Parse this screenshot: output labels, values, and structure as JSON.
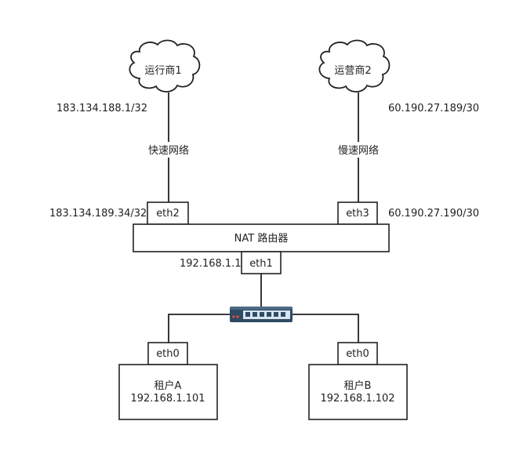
{
  "clouds": {
    "left": "运行商1",
    "right": "运营商2"
  },
  "links": {
    "left": "快速网络",
    "right": "慢速网络"
  },
  "addresses": {
    "isp1": "183.134.188.1/32",
    "isp2": "60.190.27.189/30",
    "eth2": "183.134.189.34/32",
    "eth3": "60.190.27.190/30",
    "eth1": "192.168.1.1"
  },
  "router": {
    "label": "NAT 路由器",
    "eth1": "eth1",
    "eth2": "eth2",
    "eth3": "eth3"
  },
  "tenants": [
    {
      "eth": "eth0",
      "name": "租户A",
      "ip": "192.168.1.101"
    },
    {
      "eth": "eth0",
      "name": "租户B",
      "ip": "192.168.1.102"
    }
  ]
}
